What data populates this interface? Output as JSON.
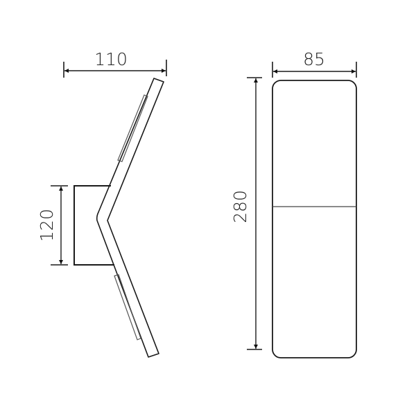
{
  "drawing": {
    "side_view": {
      "width_dimension": "110",
      "bracket_height_dimension": "120"
    },
    "front_view": {
      "width_dimension": "85",
      "height_dimension": "280"
    },
    "colors": {
      "line": "#1a1a1a",
      "strip": "#555555",
      "background": "#ffffff"
    }
  }
}
